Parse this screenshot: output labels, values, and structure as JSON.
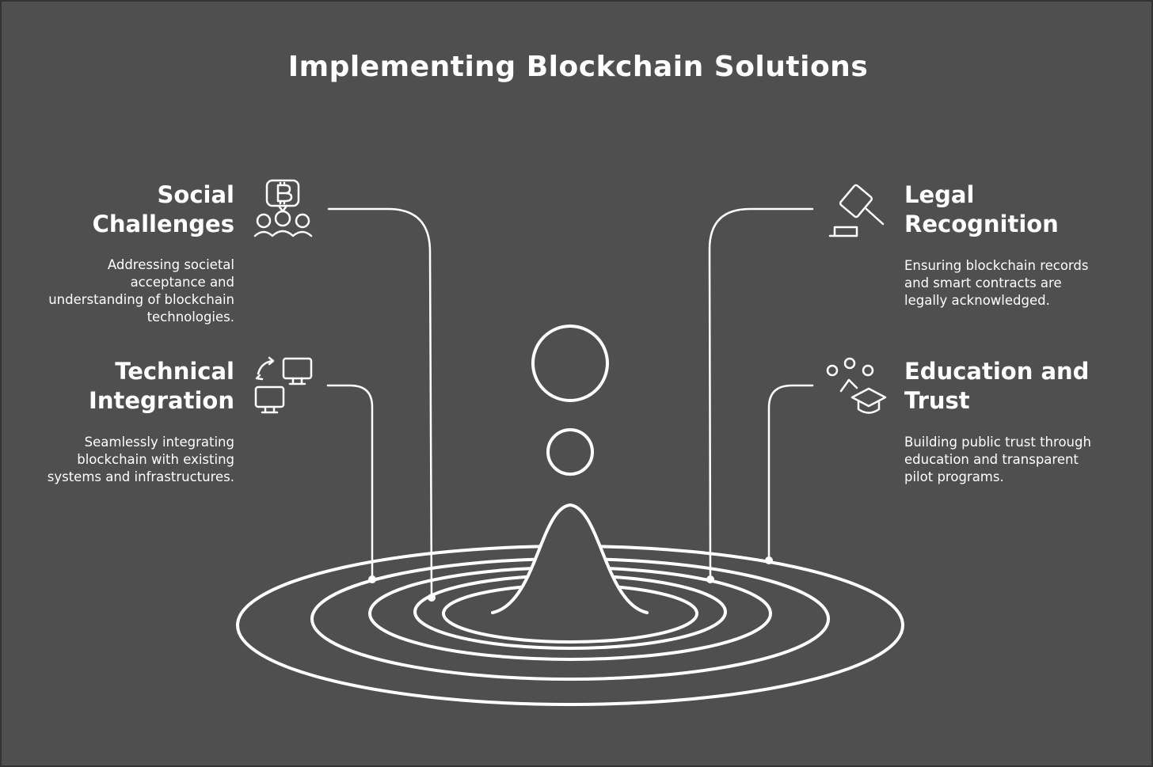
{
  "title": "Implementing Blockchain Solutions",
  "items": [
    {
      "heading_lines": [
        "Social",
        "Challenges"
      ],
      "description_lines": [
        "Addressing societal",
        "acceptance and",
        "understanding of blockchain",
        "technologies."
      ],
      "icon": "bitcoin-community-icon"
    },
    {
      "heading_lines": [
        "Technical",
        "Integration"
      ],
      "description_lines": [
        "Seamlessly integrating",
        "blockchain with existing",
        "systems and infrastructures."
      ],
      "icon": "computers-sync-icon"
    },
    {
      "heading_lines": [
        "Legal",
        "Recognition"
      ],
      "description_lines": [
        "Ensuring blockchain records",
        "and smart contracts are",
        "legally acknowledged."
      ],
      "icon": "gavel-icon"
    },
    {
      "heading_lines": [
        "Education and",
        "Trust"
      ],
      "description_lines": [
        "Building public trust through",
        "education and transparent",
        "pilot programs."
      ],
      "icon": "graduation-network-icon"
    }
  ],
  "colors": {
    "background": "#4f4f4f",
    "ink": "#ffffff"
  }
}
